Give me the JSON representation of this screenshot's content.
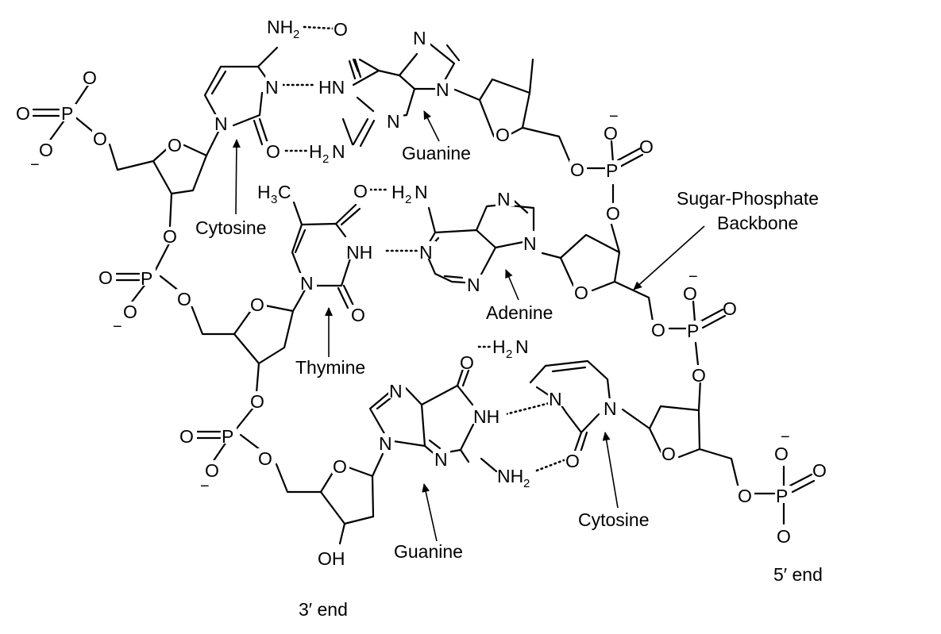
{
  "diagram": {
    "labels": {
      "cytosine_top": "Cytosine",
      "guanine_top": "Guanine",
      "thymine": "Thymine",
      "adenine": "Adenine",
      "guanine_bottom": "Guanine",
      "cytosine_bottom": "Cytosine",
      "backbone_line1": "Sugar-Phosphate",
      "backbone_line2": "Backbone",
      "end3": "3′ end",
      "end5": "5′ end"
    },
    "atoms": {
      "O": "O",
      "N": "N",
      "P": "P",
      "H": "H",
      "HN": "HN",
      "NH": "NH",
      "OH": "OH",
      "NH2": "NH",
      "H2N": "H",
      "H3C": "H",
      "C": "C",
      "two": "2",
      "three": "3",
      "minus": "−"
    }
  }
}
